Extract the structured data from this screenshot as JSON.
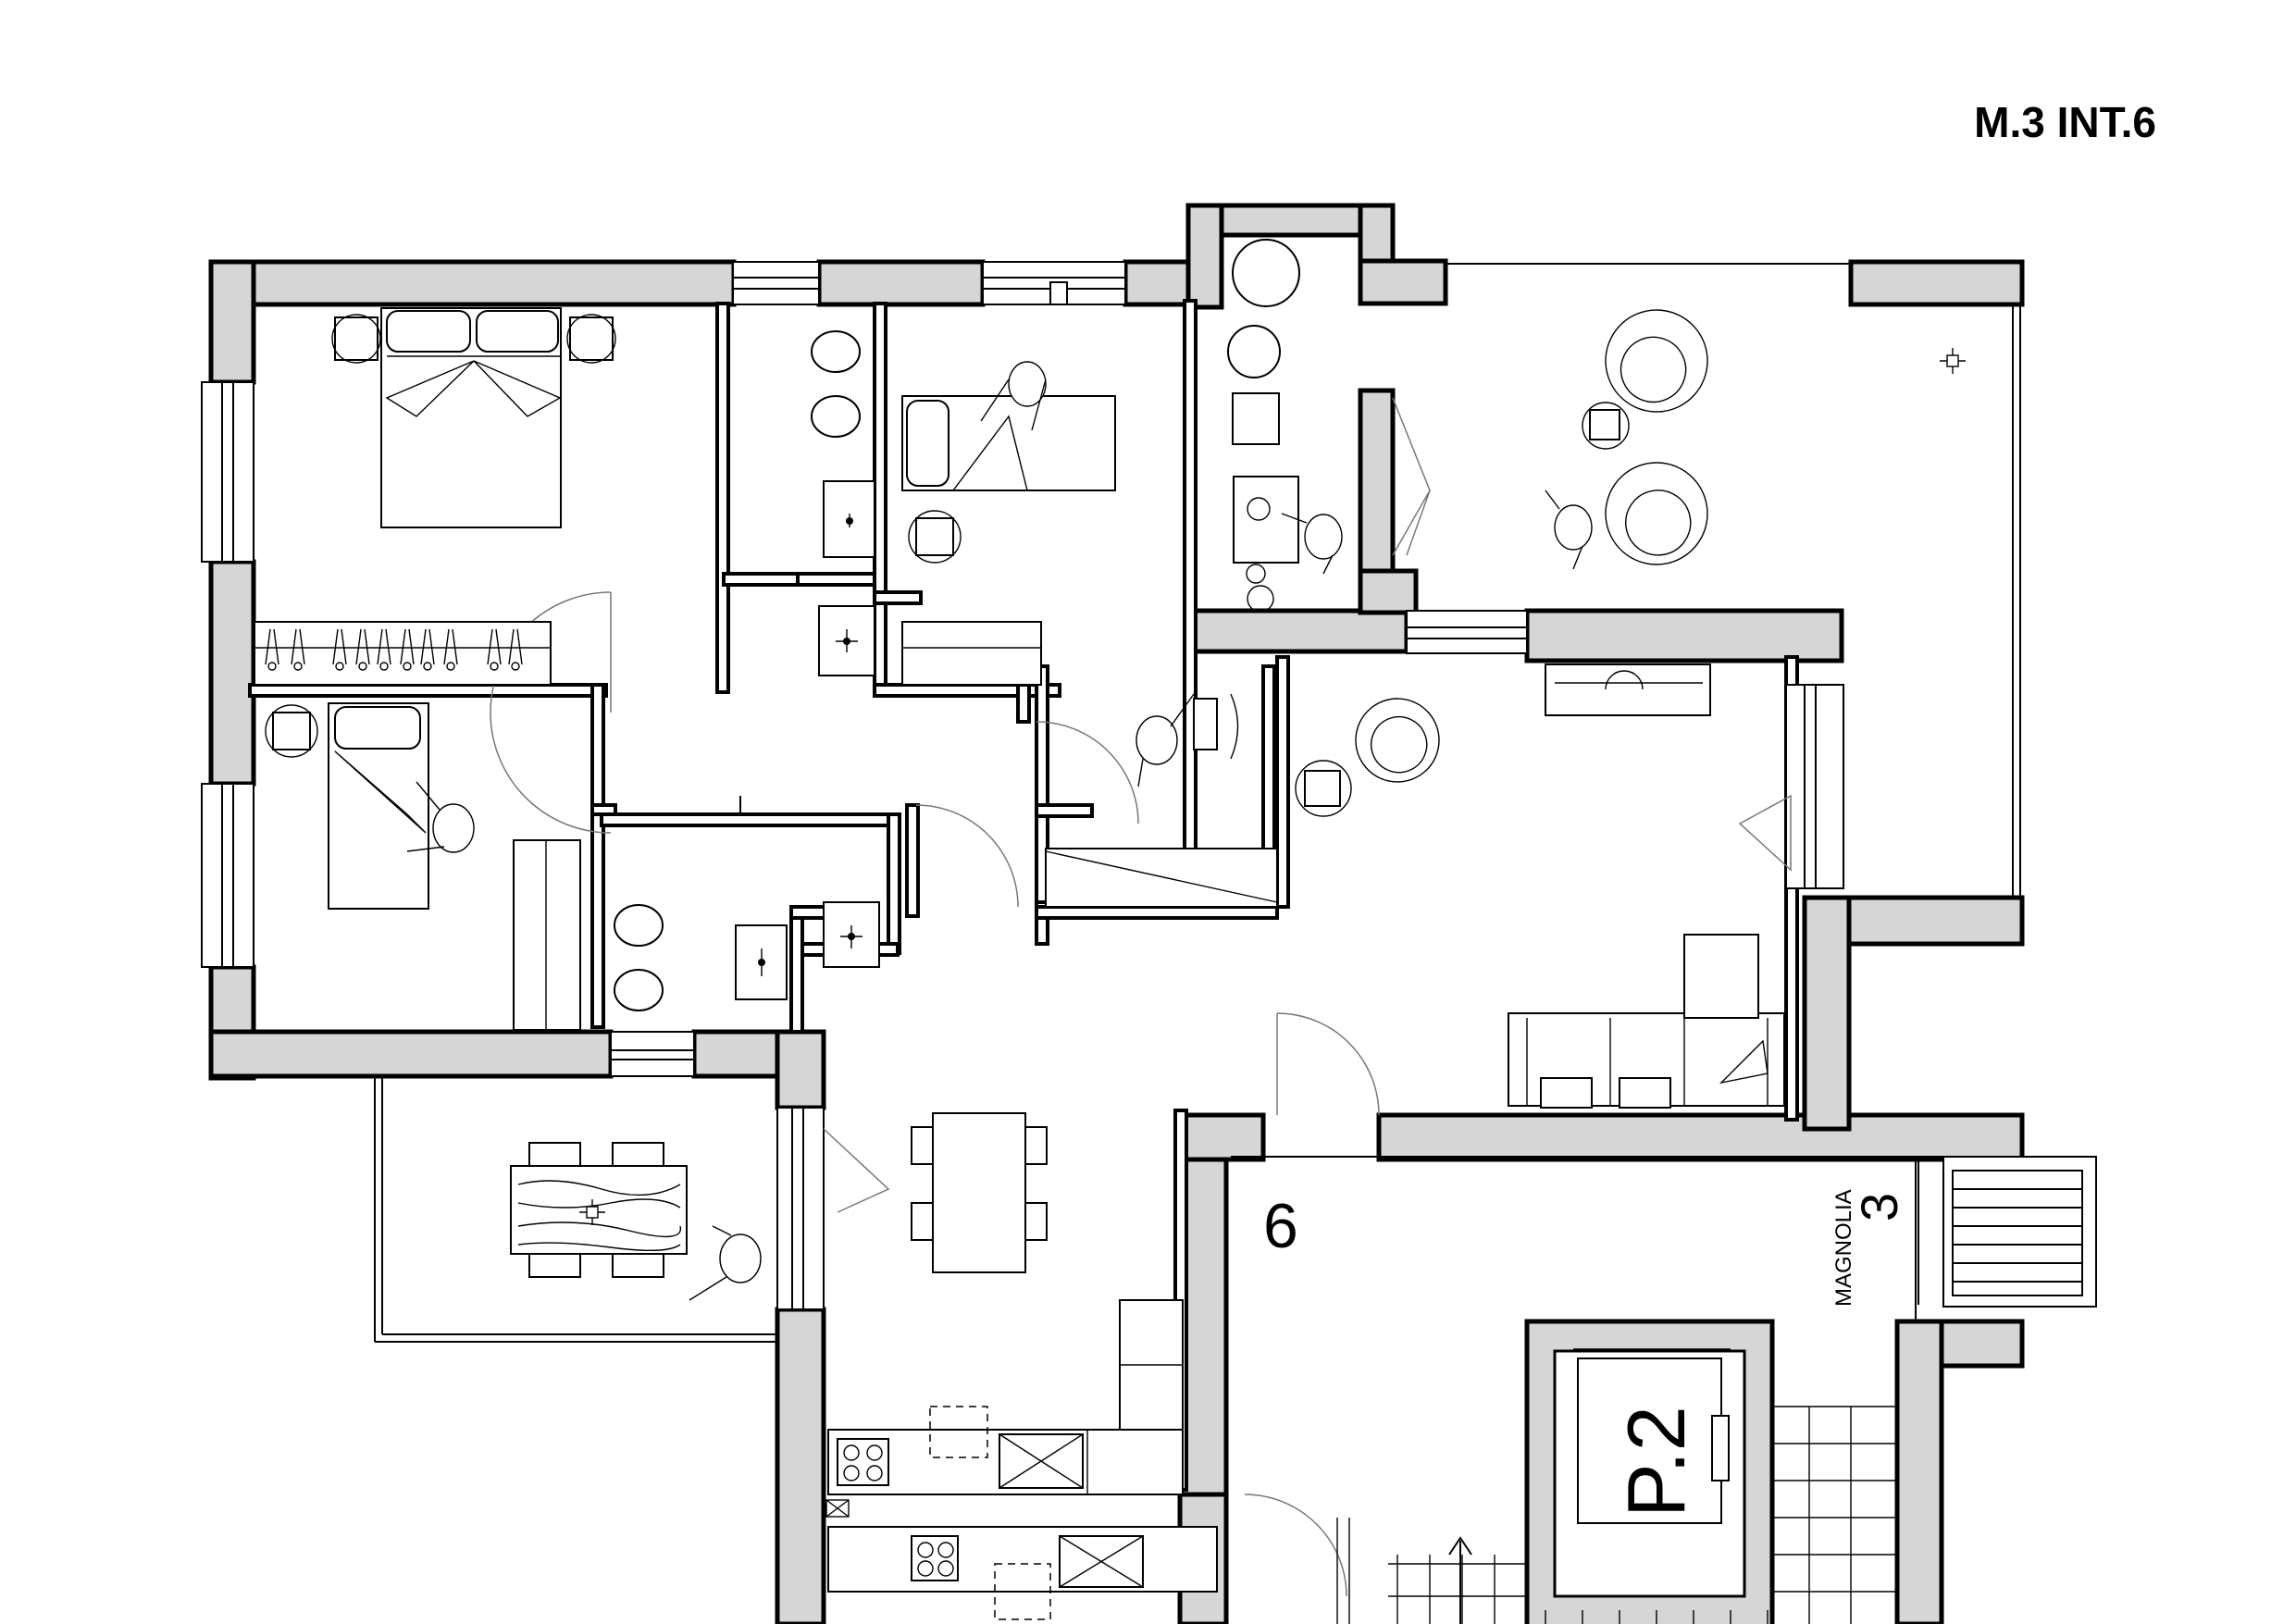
{
  "sheet": {
    "code": "M.3 INT.6"
  },
  "plan": {
    "unit_number": "6",
    "entrance_label": "MAGNOLIA",
    "entrance_number": "3",
    "level_label": "P.2"
  }
}
